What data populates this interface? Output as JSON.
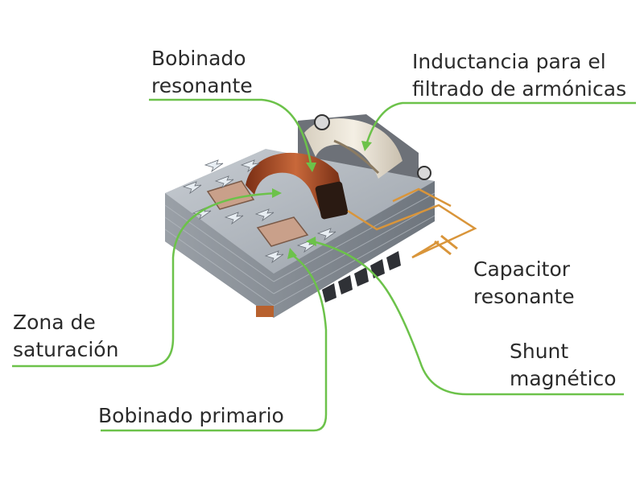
{
  "labels": {
    "bobinado_resonante": [
      "Bobinado",
      "resonante"
    ],
    "inductancia": [
      "Inductancia para el",
      "filtrado de armónicas"
    ],
    "capacitor": [
      "Capacitor",
      "resonante"
    ],
    "shunt": [
      "Shunt",
      "magnético"
    ],
    "zona": [
      "Zona de",
      "saturación"
    ],
    "primario": [
      "Bobinado primario"
    ]
  },
  "colors": {
    "leader": "#6cc24a",
    "text": "#2b2b2b",
    "core_top": "#a9b0b8",
    "core_side": "#8a929b",
    "coil": "#b8502a",
    "wire": "#d9953a"
  }
}
